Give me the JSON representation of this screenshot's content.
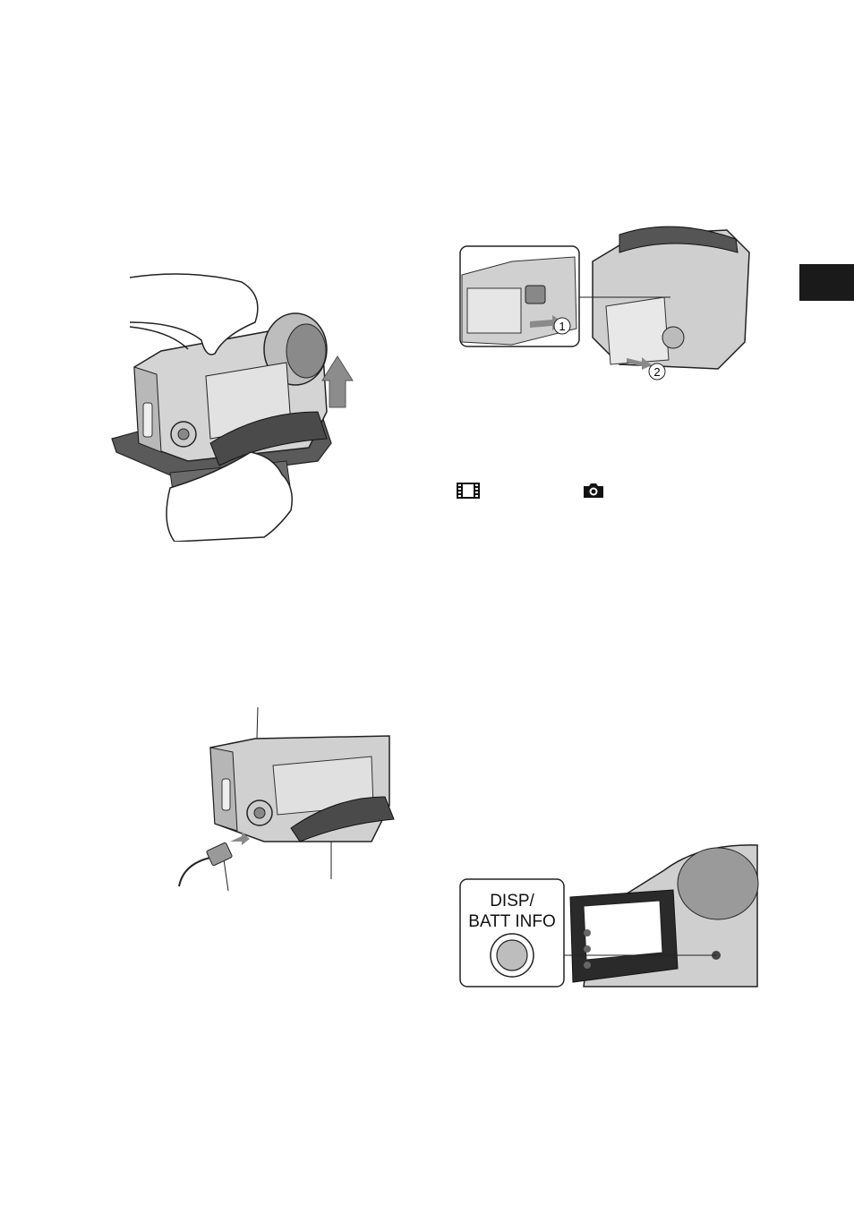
{
  "side_tab": {
    "color": "#1a1a1a"
  },
  "figure_battery_release": {
    "step_1": "1",
    "step_2": "2"
  },
  "mode_icons": {
    "movie_icon": "movie-film-icon",
    "still_icon": "camera-icon"
  },
  "figure_disp_button": {
    "label_line1": "DISP/",
    "label_line2": "BATT INFO"
  }
}
